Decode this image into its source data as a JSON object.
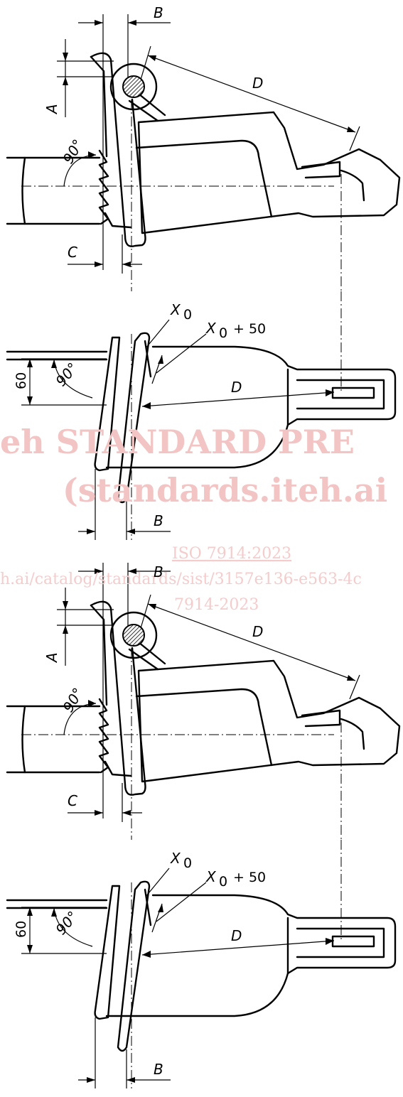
{
  "watermark": {
    "line1": "eh STANDARD PRE",
    "line2": "(standards.iteh.ai",
    "line3": "ISO 7914:2023",
    "line4": "h.ai/catalog/standards/sist/3157e136-e563-4c",
    "line5": "7914-2023"
  },
  "labels": {
    "A": "A",
    "B": "B",
    "C": "C",
    "D": "D",
    "angle90": "90°",
    "x0": "X",
    "x0_sub": "0",
    "plus50": "+ 50",
    "sixty": "60"
  }
}
